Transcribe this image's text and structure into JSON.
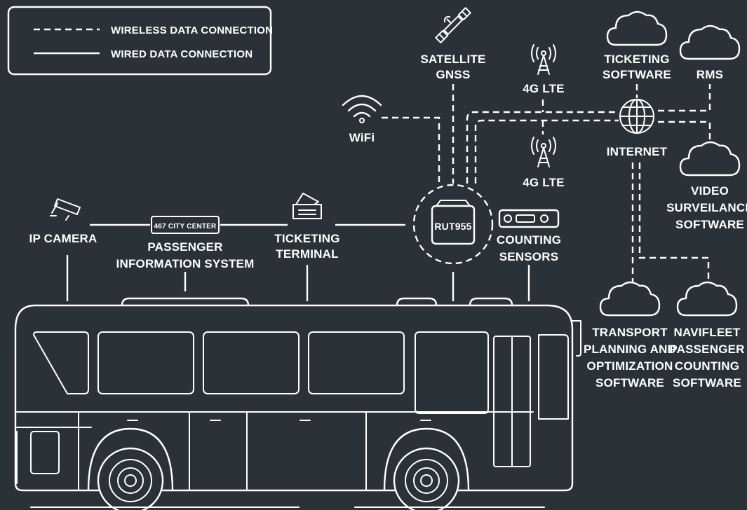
{
  "legend": {
    "wireless": "WIRELESS DATA CONNECTION",
    "wired": "WIRED DATA CONNECTION"
  },
  "labels": {
    "ip_camera": [
      "IP CAMERA"
    ],
    "pis_display": "467 CITY CENTER",
    "pis": [
      "PASSENGER",
      "INFORMATION SYSTEM"
    ],
    "ticketing_terminal": [
      "TICKETING",
      "TERMINAL"
    ],
    "router": "RUT955",
    "counting_sensors": [
      "COUNTING",
      "SENSORS"
    ],
    "wifi": [
      "WiFi"
    ],
    "satellite": [
      "SATELLITE",
      "GNSS"
    ],
    "lte_top": [
      "4G LTE"
    ],
    "lte_bottom": [
      "4G LTE"
    ],
    "internet": [
      "INTERNET"
    ],
    "ticketing_software": [
      "TICKETING",
      "SOFTWARE"
    ],
    "rms": [
      "RMS"
    ],
    "video_surveillance": [
      "VIDEO",
      "SURVEILANCE",
      "SOFTWARE"
    ],
    "transport_planning": [
      "TRANSPORT",
      "PLANNING AND",
      "OPTIMIZATION",
      "SOFTWARE"
    ],
    "navifleet": [
      "NAVIFLEET",
      "PASSENGER",
      "COUNTING",
      "SOFTWARE"
    ]
  },
  "icons": [
    "satellite-icon",
    "wifi-icon",
    "cell-tower-icon",
    "globe-icon",
    "cloud-icon",
    "ip-camera-icon",
    "ticket-icon",
    "router-icon",
    "counting-sensor-icon",
    "bus-icon"
  ],
  "colors": {
    "background": "#2a3238",
    "foreground": "#ffffff"
  }
}
